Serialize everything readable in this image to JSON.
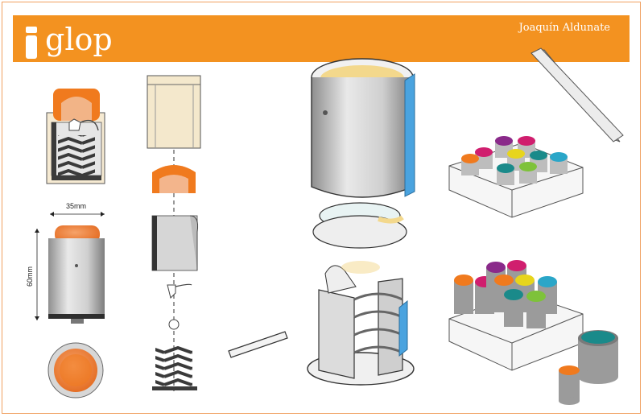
{
  "header": {
    "logo_text": "glop",
    "author": "Joaquín Aldunate",
    "accent_color": "#f39220"
  },
  "dimensions": {
    "width_label": "35mm",
    "height_label": "60mm"
  },
  "product_colors": {
    "cap_orange": "#f07a1e",
    "body_gray": "#c9c9c9",
    "spring_dark": "#3a3a3a",
    "accent_blue": "#4aa3df",
    "cap_palette": [
      "#f07a1e",
      "#8a2a8a",
      "#d01e6e",
      "#2aa6c8",
      "#1a8a8a",
      "#7ec23a",
      "#e7d51c"
    ]
  }
}
